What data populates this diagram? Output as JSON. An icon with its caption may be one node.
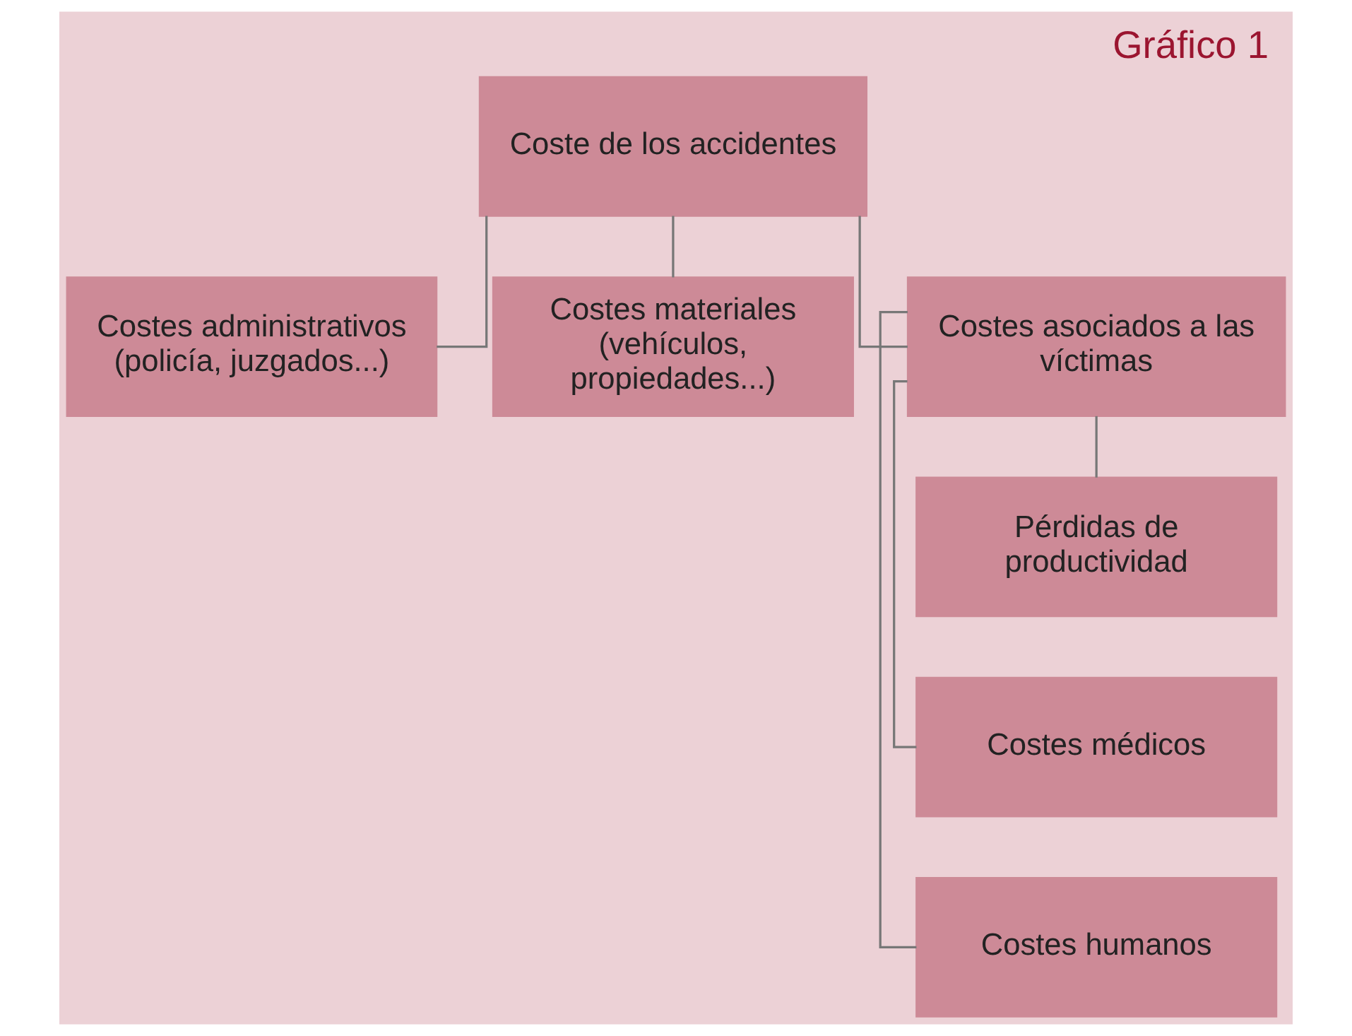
{
  "diagram": {
    "title": "Gráfico 1",
    "nodes": [
      {
        "text": [
          "Coste de los accidentes"
        ]
      },
      {
        "text": [
          "Costes administrativos (policía, juzgados...)"
        ]
      },
      {
        "text": [
          "Costes materiales (vehículos, propiedades...)"
        ]
      },
      {
        "text": [
          "Costes asociados a las víctimas"
        ]
      },
      {
        "text": [
          "Pérdidas de productividad"
        ]
      },
      {
        "text": [
          "Costes médicos"
        ]
      },
      {
        "text": [
          "Costes humanos"
        ]
      }
    ],
    "edges": [
      {
        "from": 0,
        "to": 1,
        "arrow": "none"
      },
      {
        "from": 0,
        "to": 2,
        "arrow": "none"
      },
      {
        "from": 0,
        "to": 3,
        "arrow": "none"
      },
      {
        "from": 3,
        "to": 4,
        "arrow": "none"
      },
      {
        "from": 3,
        "to": 5,
        "arrow": "none"
      },
      {
        "from": 3,
        "to": 6,
        "arrow": "none"
      }
    ]
  }
}
